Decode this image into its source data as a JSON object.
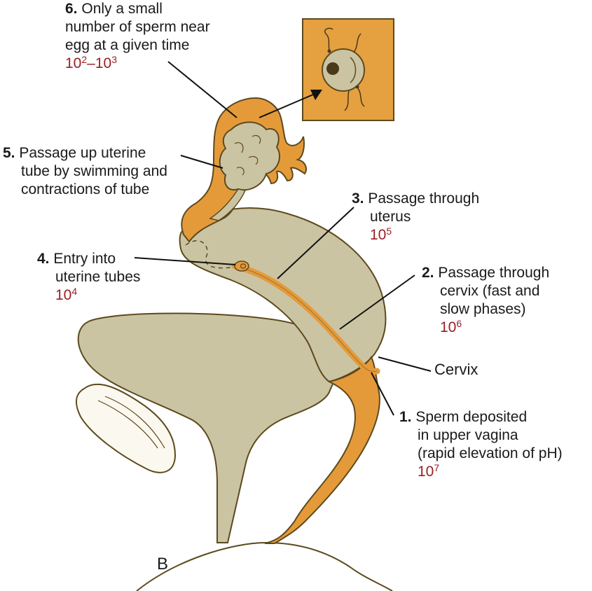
{
  "colors": {
    "tissue": "#cbc4a3",
    "orange": "#e59a3a",
    "outline": "#5c4a1e",
    "inset_bg": "#e5a040",
    "count": "#9a1f25"
  },
  "steps": [
    {
      "num": "1.",
      "lines": [
        "Sperm deposited",
        "in upper vagina",
        "(rapid elevation of pH)"
      ],
      "count_base": "10",
      "count_exp": "7"
    },
    {
      "num": "2.",
      "lines": [
        "Passage through",
        "cervix (fast and",
        "slow phases)"
      ],
      "count_base": "10",
      "count_exp": "6"
    },
    {
      "num": "3.",
      "lines": [
        "Passage through",
        "uterus"
      ],
      "count_base": "10",
      "count_exp": "5"
    },
    {
      "num": "4.",
      "lines": [
        "Entry into",
        "uterine tubes"
      ],
      "count_base": "10",
      "count_exp": "4"
    },
    {
      "num": "5.",
      "lines": [
        "Passage up uterine",
        "tube by swimming and",
        "contractions of tube"
      ]
    },
    {
      "num": "6.",
      "lines": [
        "Only a small",
        "number of sperm near",
        "egg at a given time"
      ],
      "count_base": "10",
      "count_exp": "2",
      "count_sep": "–",
      "count_base2": "10",
      "count_exp2": "3"
    }
  ],
  "cervix_label": "Cervix",
  "panel_letter": "B"
}
